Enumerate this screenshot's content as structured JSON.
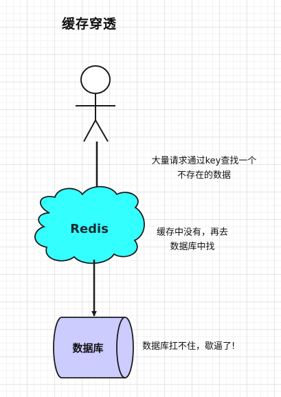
{
  "title": "缓存穿透",
  "actor": {
    "icon": "stick-figure-user-icon"
  },
  "cache": {
    "label": "Redis",
    "fill_color": "#33ffff",
    "icon": "cloud-shape"
  },
  "database": {
    "label": "数据库",
    "fill_color": "#ccccff",
    "icon": "cylinder-shape"
  },
  "notes": {
    "request": {
      "line1": "大量请求通过key查找一个",
      "line2": "不存在的数据"
    },
    "cache_miss": {
      "line1": "缓存中没有，再去",
      "line2": "数据库中找"
    },
    "db_down": {
      "line1": "数据库扛不住，歇逼了!"
    }
  }
}
